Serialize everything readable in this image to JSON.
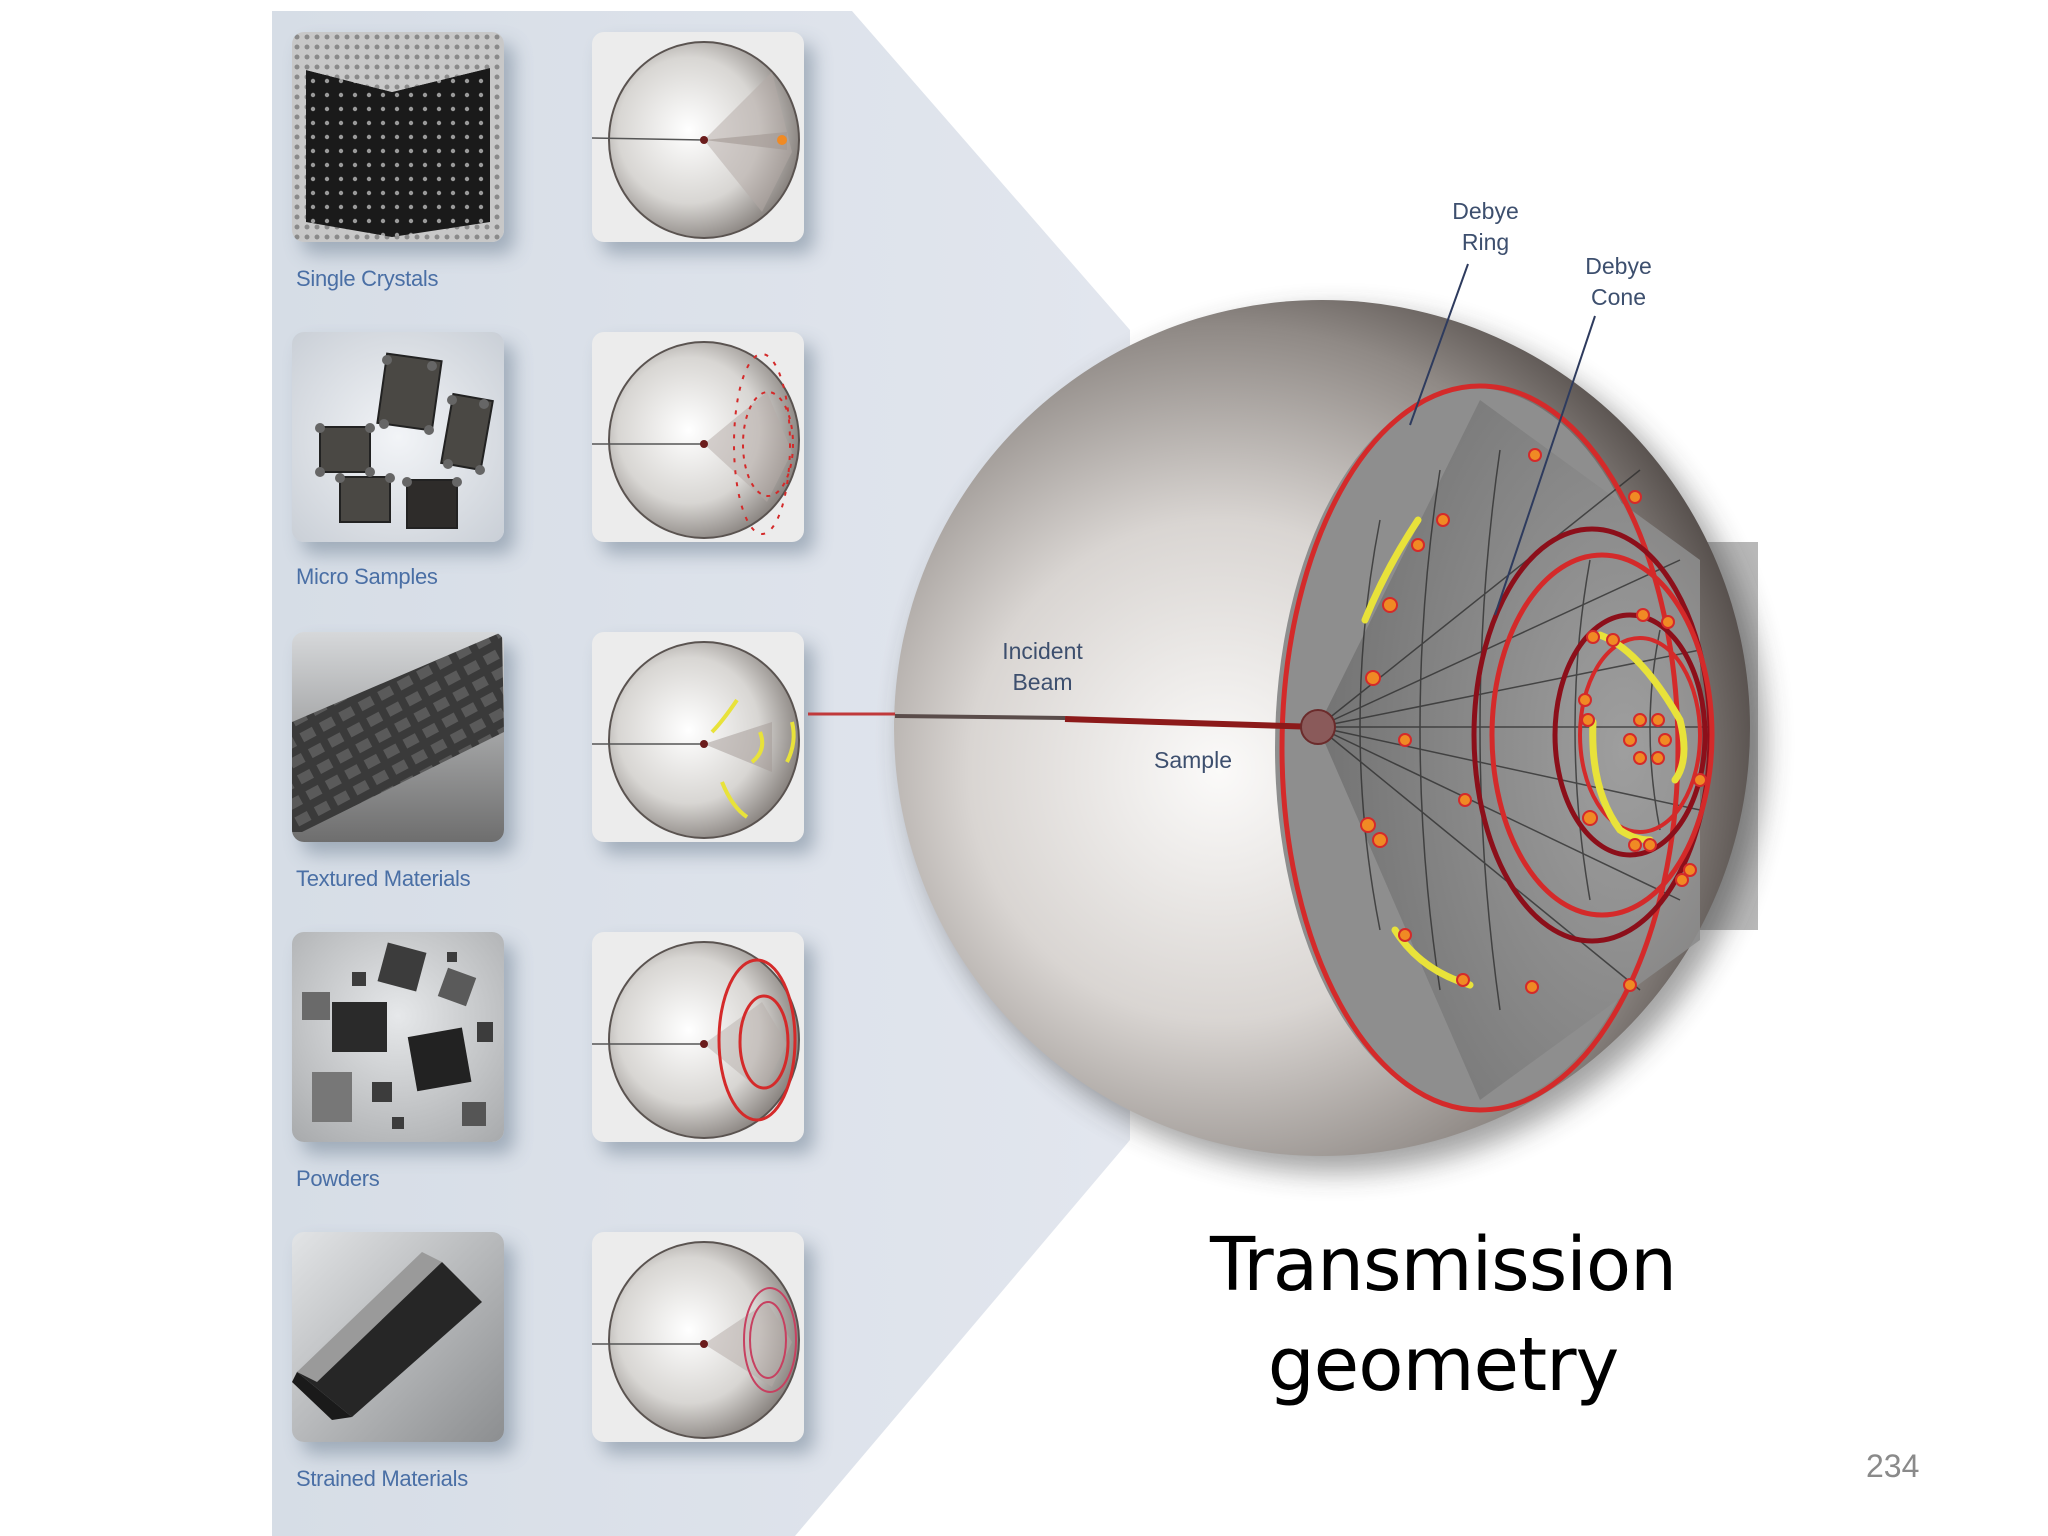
{
  "slide": {
    "title_line1": "Transmission",
    "title_line2": "geometry",
    "page_number": "234"
  },
  "sample_types": [
    {
      "label": "Single Crystals",
      "pattern": "spot-pattern"
    },
    {
      "label": "Micro Samples",
      "pattern": "spotty-rings"
    },
    {
      "label": "Textured Materials",
      "pattern": "arc-segments"
    },
    {
      "label": "Powders",
      "pattern": "continuous-rings"
    },
    {
      "label": "Strained Materials",
      "pattern": "distorted-rings"
    }
  ],
  "diagram": {
    "labels": {
      "debye_ring_line1": "Debye",
      "debye_ring_line2": "Ring",
      "debye_cone_line1": "Debye",
      "debye_cone_line2": "Cone",
      "incident_beam_line1": "Incident",
      "incident_beam_line2": "Beam",
      "sample": "Sample"
    }
  },
  "colors": {
    "panel": "#dde3ea",
    "label_blue": "#4a6fa5",
    "ring_red": "#d42a2a",
    "ring_dark_red": "#8c0f1a",
    "spot_orange": "#f08a24",
    "arc_yellow": "#e8e23a",
    "sphere_grey": "#8f8985"
  }
}
